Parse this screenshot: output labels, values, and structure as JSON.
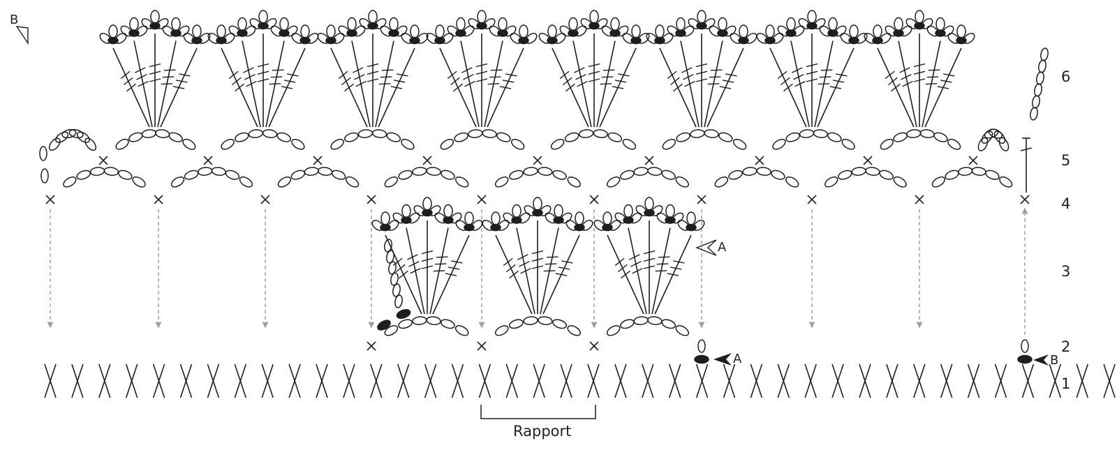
{
  "row_numbers": [
    "6",
    "5",
    "4",
    "3",
    "2",
    "1"
  ],
  "rapport_label": "Rapport",
  "markers": {
    "a": "A",
    "b": "B"
  },
  "colors": {
    "ink": "#1e1e1e",
    "arrow": "#a0a0a0"
  }
}
